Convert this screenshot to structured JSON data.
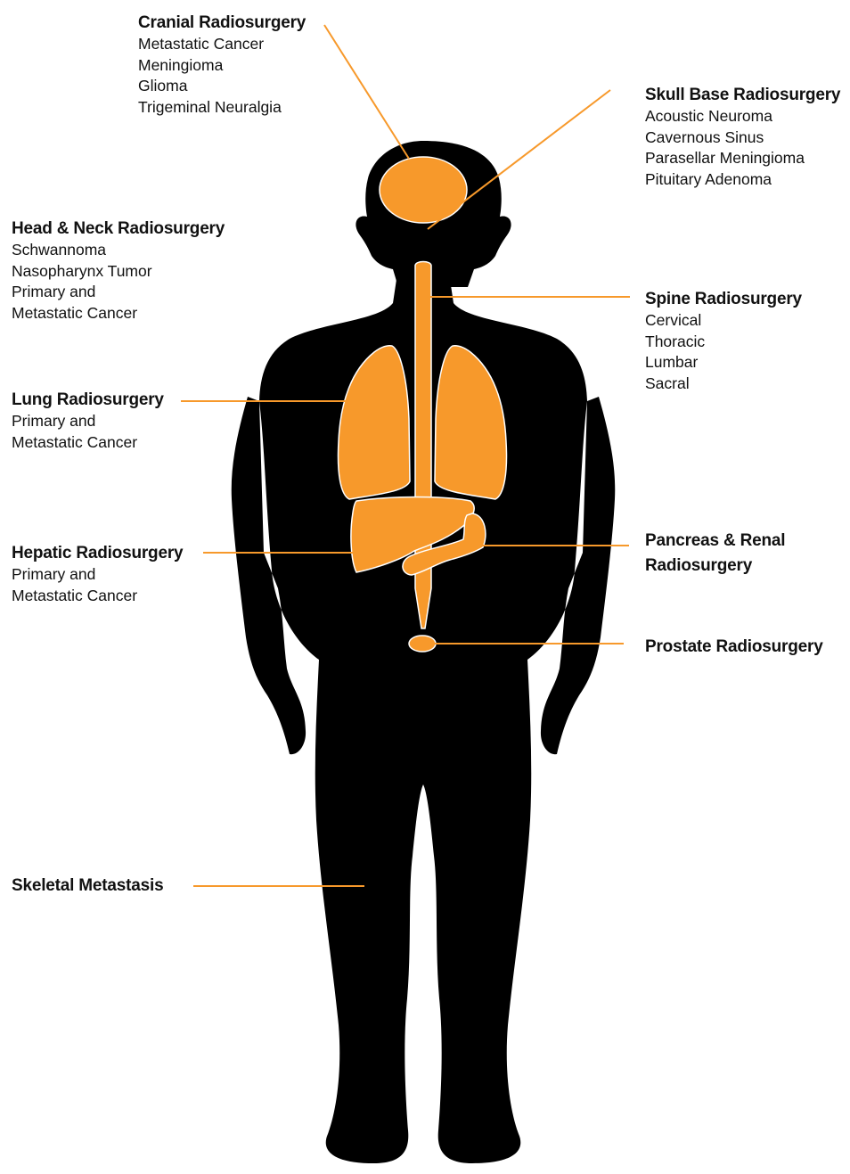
{
  "colors": {
    "silhouette": "#000000",
    "organ": "#F7992B",
    "leader_line": "#F7992B",
    "text": "#111111"
  },
  "sections": {
    "cranial": {
      "title": "Cranial Radiosurgery",
      "items": [
        "Metastatic Cancer",
        "Meningioma",
        "Glioma",
        "Trigeminal Neuralgia"
      ]
    },
    "skull_base": {
      "title": "Skull Base Radiosurgery",
      "items": [
        "Acoustic Neuroma",
        "Cavernous Sinus",
        "Parasellar Meningioma",
        "Pituitary Adenoma"
      ]
    },
    "head_neck": {
      "title": "Head & Neck Radiosurgery",
      "items": [
        "Schwannoma",
        "Nasopharynx Tumor",
        "Primary and",
        "Metastatic Cancer"
      ]
    },
    "spine": {
      "title": "Spine Radiosurgery",
      "items": [
        "Cervical",
        "Thoracic",
        "Lumbar",
        "Sacral"
      ]
    },
    "lung": {
      "title": "Lung Radiosurgery",
      "items": [
        "Primary and",
        "Metastatic Cancer"
      ]
    },
    "hepatic": {
      "title": "Hepatic Radiosurgery",
      "items": [
        "Primary and",
        "Metastatic Cancer"
      ]
    },
    "pancreas_renal": {
      "title_lines": [
        "Pancreas & Renal",
        "Radiosurgery"
      ]
    },
    "prostate": {
      "title": "Prostate Radiosurgery"
    },
    "skeletal": {
      "title": "Skeletal Metastasis"
    }
  }
}
